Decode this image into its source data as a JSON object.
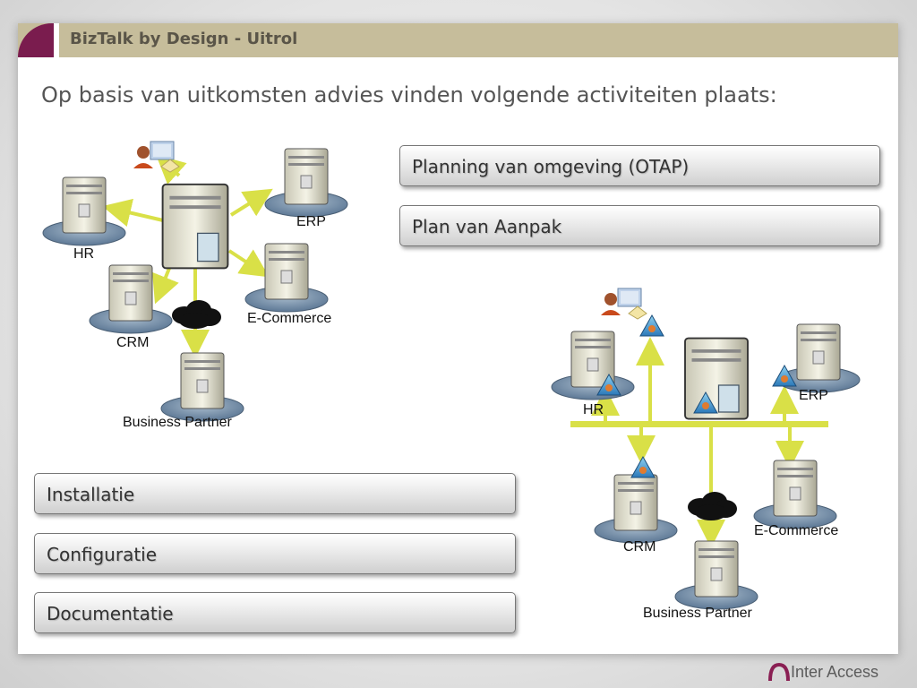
{
  "header": {
    "title": "BizTalk by Design - Uitrol"
  },
  "heading": "Op basis van uitkomsten advies vinden volgende activiteiten plaats:",
  "activities_top": [
    "Planning van omgeving (OTAP)",
    "Plan van Aanpak"
  ],
  "activities_bottom": [
    "Installatie",
    "Configuratie",
    "Documentatie"
  ],
  "diagram_left": {
    "nodes": {
      "hr": "HR",
      "erp": "ERP",
      "crm": "CRM",
      "ecommerce": "E-Commerce",
      "partner": "Business Partner"
    }
  },
  "diagram_right": {
    "nodes": {
      "hr": "HR",
      "erp": "ERP",
      "crm": "CRM",
      "ecommerce": "E-Commerce",
      "partner": "Business Partner"
    }
  },
  "footer": {
    "brand": "Inter Access"
  },
  "colors": {
    "accent": "#7a1c4e",
    "title_bar": "#c6bd9b",
    "connector": "#d9e047"
  }
}
